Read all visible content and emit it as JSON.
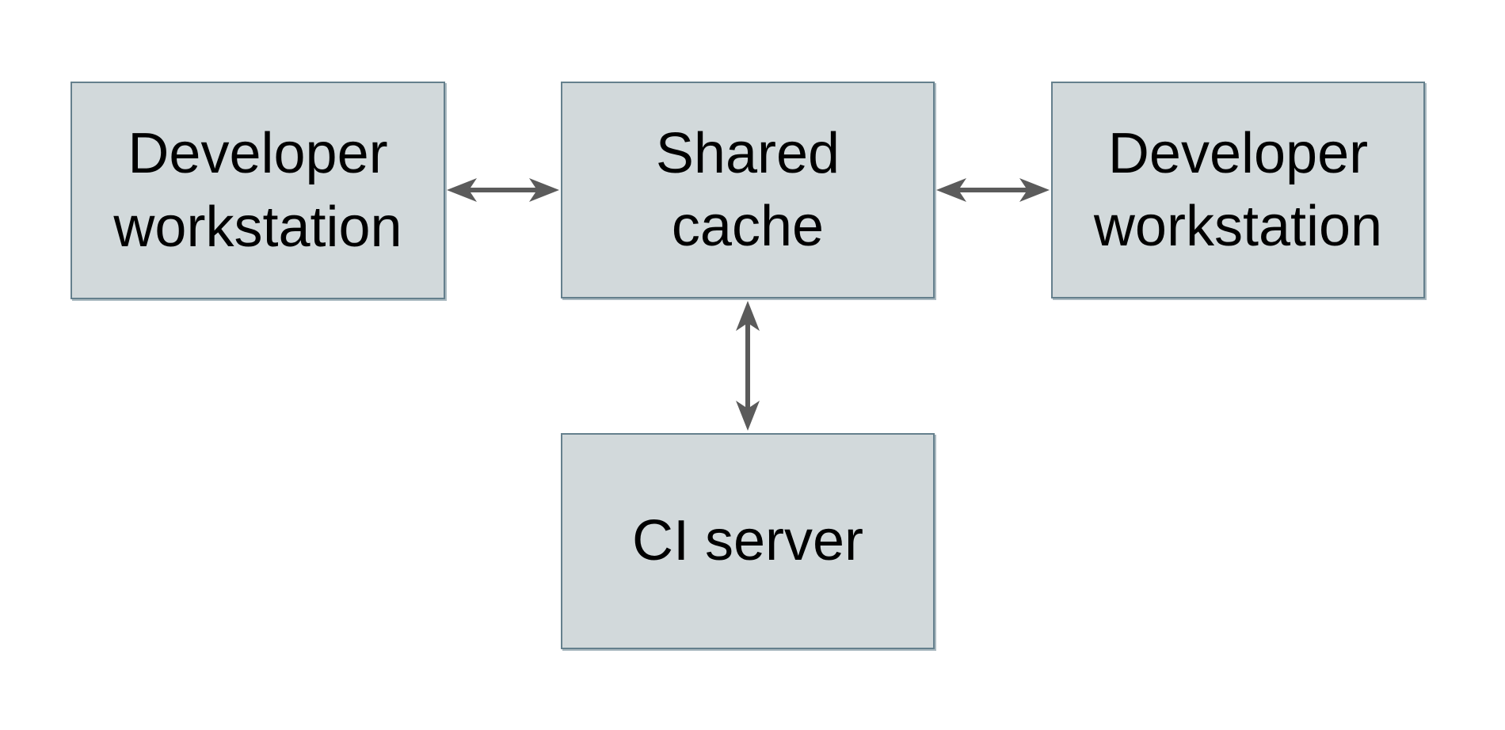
{
  "diagram": {
    "nodes": {
      "left": {
        "label": "Developer workstation"
      },
      "center": {
        "label": "Shared cache"
      },
      "right": {
        "label": "Developer workstation"
      },
      "bottom": {
        "label": "CI server"
      }
    },
    "edges": [
      {
        "from": "Developer workstation (left)",
        "to": "Shared cache",
        "direction": "bidirectional"
      },
      {
        "from": "Shared cache",
        "to": "Developer workstation (right)",
        "direction": "bidirectional"
      },
      {
        "from": "Shared cache",
        "to": "CI server",
        "direction": "bidirectional"
      }
    ],
    "colors": {
      "background": "#ffffff",
      "node_fill": "#d2d9db",
      "node_border": "#65808d",
      "arrow": "#5b5b5b",
      "text": "#000000"
    }
  }
}
